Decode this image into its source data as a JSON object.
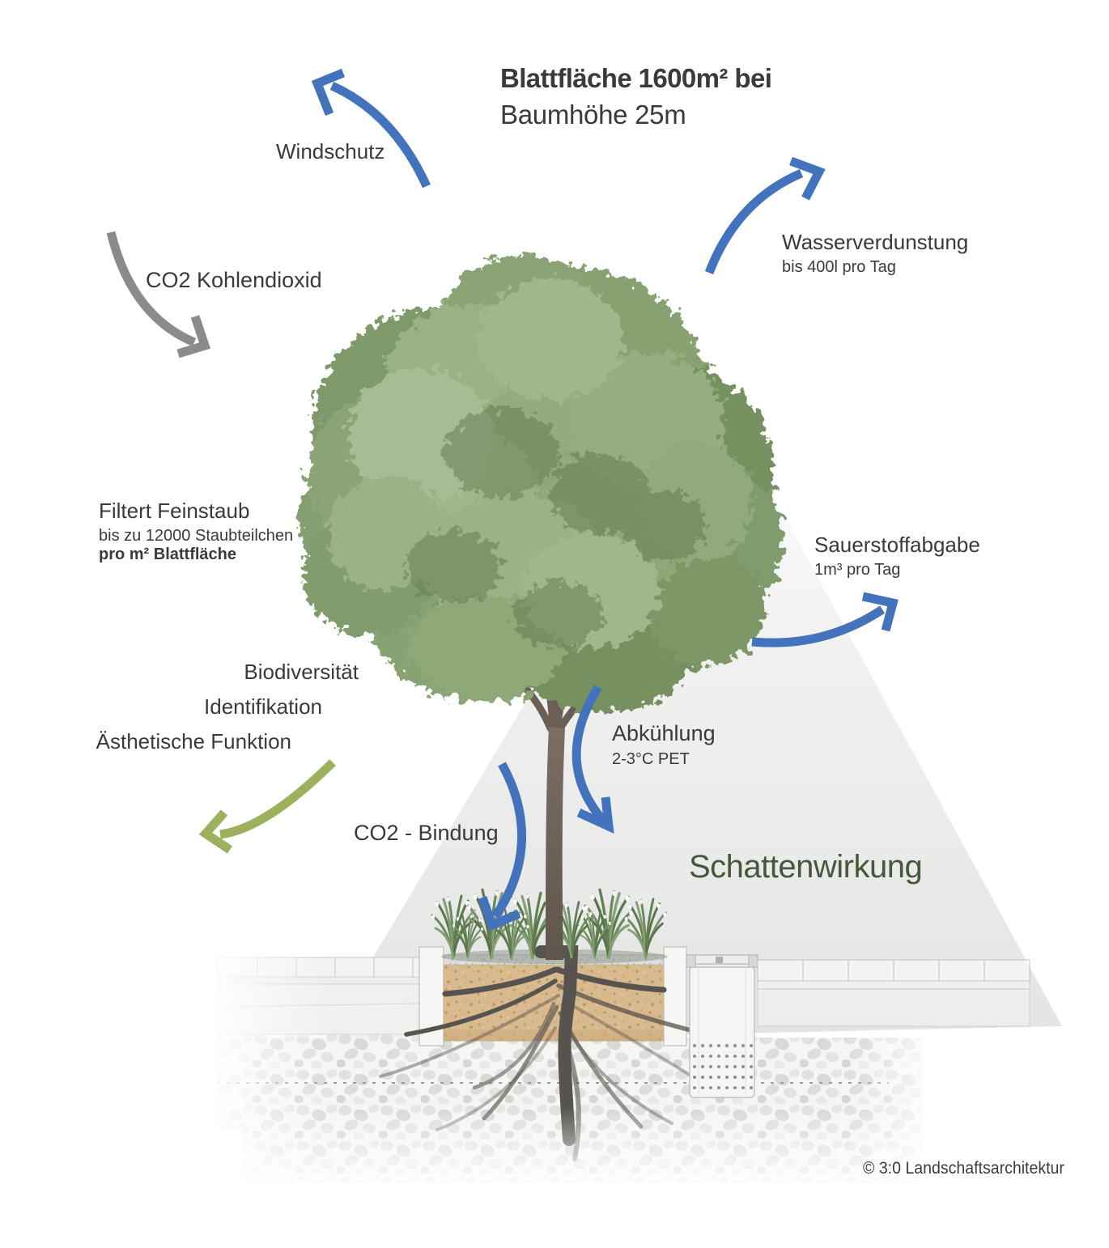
{
  "title": {
    "line1": "Blattfläche 1600m² bei",
    "line2": "Baumhöhe 25m"
  },
  "labels": {
    "windschutz": "Windschutz",
    "co2_kohlendioxid": "CO2 Kohlendioxid",
    "wasserverdunstung": {
      "title": "Wasserverdunstung",
      "sub": "bis 400l pro Tag"
    },
    "filtert_feinstaub": {
      "title": "Filtert Feinstaub",
      "sub1": "bis zu 12000 Staubteilchen",
      "sub2": "pro m² Blattfläche"
    },
    "sauerstoffabgabe": {
      "title": "Sauerstoffabgabe",
      "sub": "1m³ pro Tag"
    },
    "biodiversitaet": "Biodiversität",
    "identifikation": "Identifikation",
    "aesthetische_funktion": "Ästhetische Funktion",
    "co2_bindung": "CO2 - Bindung",
    "abkuehlung": {
      "title": "Abkühlung",
      "sub": "2-3°C PET"
    },
    "schattenwirkung": "Schattenwirkung"
  },
  "credit": "© 3:0 Landschaftsarchitektur",
  "colors": {
    "arrow_blue": "#4473be",
    "arrow_gray": "#8b8b8b",
    "arrow_green": "#9db15c",
    "text_dark": "#3a3a39",
    "schatten_text_green": "#47573b",
    "shadow_fill": "#e4e5e4",
    "soil_tan": "#d8ba8e",
    "foliage_green": "#87a171"
  }
}
